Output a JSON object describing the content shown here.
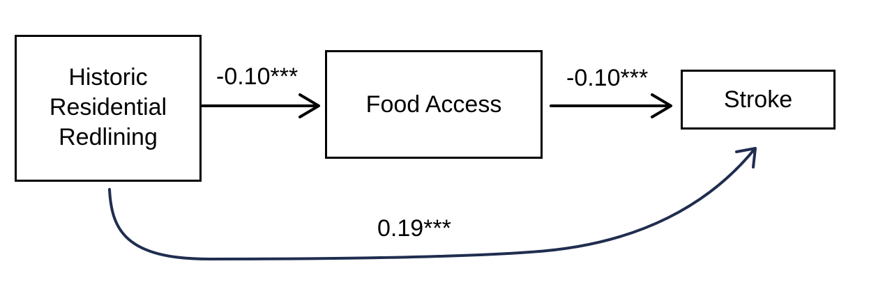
{
  "nodes": {
    "redlining": {
      "lines": [
        "Historic",
        "Residential",
        "Redlining"
      ]
    },
    "food_access": {
      "label": "Food Access"
    },
    "stroke": {
      "label": "Stroke"
    }
  },
  "edges": {
    "redlining_to_food": {
      "label": "-0.10***",
      "color": "#000000"
    },
    "food_to_stroke": {
      "label": "-0.10***",
      "color": "#000000"
    },
    "redlining_to_stroke": {
      "label": "0.19***",
      "color": "#1f2d4f"
    }
  }
}
